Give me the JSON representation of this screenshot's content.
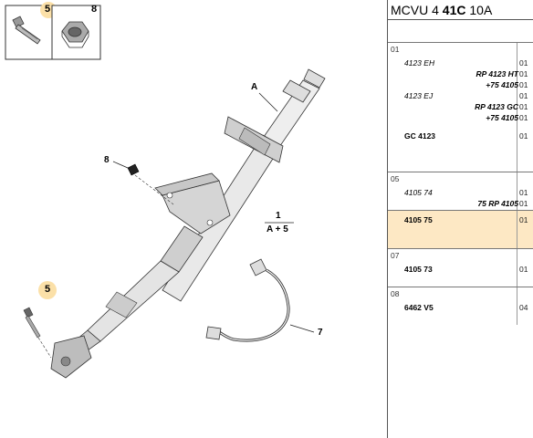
{
  "header": {
    "prefix": "MCVU 4 ",
    "bold": "41C",
    "suffix": " 10A"
  },
  "callouts": {
    "inset_a": "5",
    "inset_b": "8",
    "label_A": "A",
    "label_8": "8",
    "label_1": "1",
    "label_A5": "A + 5",
    "label_5": "5",
    "label_7": "7"
  },
  "highlight_color": "#fde8c4",
  "groups": [
    {
      "num": "01",
      "rows": [
        {
          "ref": "4123 EH",
          "style": "ital",
          "qty": "01"
        },
        {
          "ref": "RP 4123 HT",
          "style": "bold-ital-right",
          "qty": "01"
        },
        {
          "ref": "+75 4105",
          "style": "bold-ital-right",
          "qty": "01"
        },
        {
          "ref": "4123 EJ",
          "style": "ital",
          "qty": "01"
        },
        {
          "ref": "RP 4123 GC",
          "style": "bold-ital-right",
          "qty": "01"
        },
        {
          "ref": "+75 4105",
          "style": "bold-ital-right",
          "qty": "01"
        },
        {
          "ref": "GC 4123",
          "style": "bold",
          "qty": "01"
        }
      ]
    },
    {
      "num": "05",
      "rows": [
        {
          "ref": "4105 74",
          "style": "ital",
          "qty": "01"
        },
        {
          "ref": "75 RP 4105",
          "style": "bold-ital-right",
          "qty": "01"
        }
      ]
    },
    {
      "num": "",
      "highlight": true,
      "rows": [
        {
          "ref": "4105 75",
          "style": "bold",
          "qty": "01"
        }
      ]
    },
    {
      "num": "07",
      "rows": [
        {
          "ref": "4105 73",
          "style": "bold",
          "qty": "01"
        }
      ]
    },
    {
      "num": "08",
      "rows": [
        {
          "ref": "6462 V5",
          "style": "bold",
          "qty": "04"
        }
      ]
    }
  ]
}
